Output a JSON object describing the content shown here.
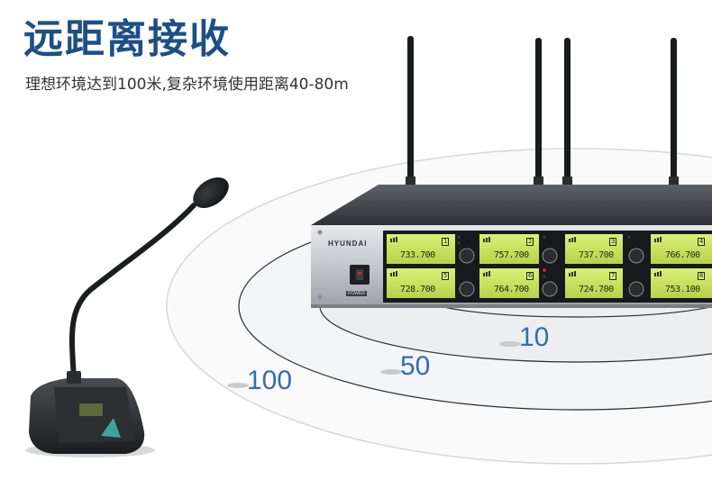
{
  "heading": {
    "title": "远距离接收",
    "subtitle": "理想环境达到100米,复杂环境使用距离40-80m"
  },
  "distance_labels": {
    "near": "10",
    "mid": "50",
    "far": "100"
  },
  "receiver": {
    "brand": "HYUNDAI",
    "power_label": "POWER",
    "displays": [
      {
        "channel": "1",
        "frequency": "733.700"
      },
      {
        "channel": "2",
        "frequency": "757.700"
      },
      {
        "channel": "3",
        "frequency": "737.700"
      },
      {
        "channel": "4",
        "frequency": "766.700"
      },
      {
        "channel": "5",
        "frequency": "728.700"
      },
      {
        "channel": "6",
        "frequency": "764.700"
      },
      {
        "channel": "7",
        "frequency": "724.700"
      },
      {
        "channel": "8",
        "frequency": "753.100"
      }
    ]
  },
  "colors": {
    "title": "#1d4f86",
    "distance_text": "#2f6fb0",
    "lcd": "#c9e25a",
    "chassis": "#c4c7cc"
  }
}
